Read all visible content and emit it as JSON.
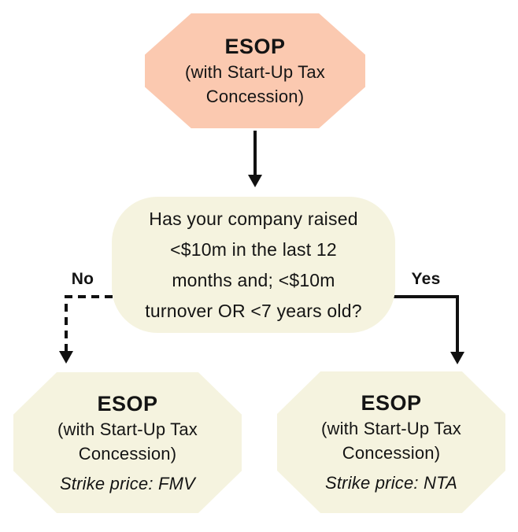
{
  "colors": {
    "top_node_bg": "#FBC9B0",
    "result_node_bg": "#F5F3DF",
    "question_bg": "#F5F3DF",
    "line_color": "#111111",
    "text_color": "#141414",
    "page_bg": "#FFFFFF"
  },
  "top_node": {
    "title": "ESOP",
    "subtitle": [
      "(with Start-Up Tax",
      "Concession)"
    ]
  },
  "question_node": {
    "lines": [
      "Has your company raised",
      "<$10m in the last 12",
      "months and; <$10m",
      "turnover OR <7 years old?"
    ]
  },
  "branches": {
    "no_label": "No",
    "yes_label": "Yes"
  },
  "left_node": {
    "title": "ESOP",
    "subtitle": [
      "(with Start-Up Tax",
      "Concession)"
    ],
    "strike_price": "Strike price: FMV"
  },
  "right_node": {
    "title": "ESOP",
    "subtitle": [
      "(with Start-Up Tax",
      "Concession)"
    ],
    "strike_price": "Strike price: NTA"
  }
}
